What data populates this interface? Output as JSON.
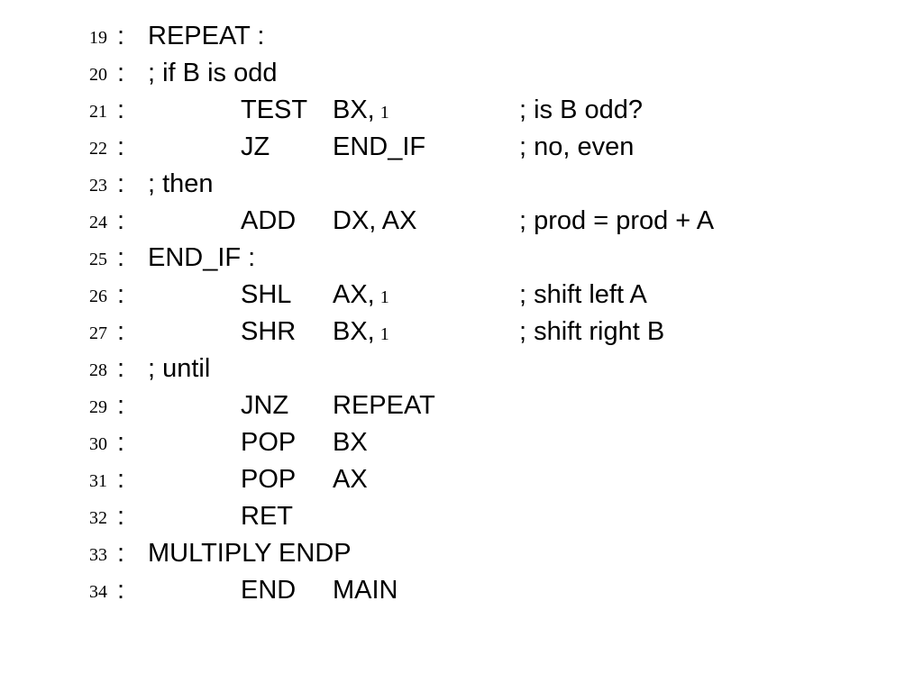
{
  "lines": [
    {
      "num": "19",
      "colon": ":",
      "label": "REPEAT :",
      "op": "",
      "operand": "",
      "imm": "",
      "comment": ""
    },
    {
      "num": "20",
      "colon": ":",
      "label": "; if  B is odd",
      "op": "",
      "operand": "",
      "imm": "",
      "comment": ""
    },
    {
      "num": "21",
      "colon": ":",
      "label": "",
      "op": "TEST",
      "operand": "BX,",
      "imm": "1",
      "comment": "; is B odd?"
    },
    {
      "num": "22",
      "colon": ":",
      "label": "",
      "op": "JZ",
      "operand": "END_IF",
      "imm": "",
      "comment": "; no, even"
    },
    {
      "num": "23",
      "colon": ":",
      "label": "; then",
      "op": "",
      "operand": "",
      "imm": "",
      "comment": ""
    },
    {
      "num": "24",
      "colon": ":",
      "label": "",
      "op": "ADD",
      "operand": "DX, AX",
      "imm": "",
      "comment": "; prod = prod + A"
    },
    {
      "num": "25",
      "colon": ":",
      "label": "END_IF :",
      "op": "",
      "operand": "",
      "imm": "",
      "comment": ""
    },
    {
      "num": "26",
      "colon": ":",
      "label": "",
      "op": "SHL",
      "operand": "AX,",
      "imm": "1",
      "comment": "; shift left A"
    },
    {
      "num": "27",
      "colon": ":",
      "label": "",
      "op": "SHR",
      "operand": "BX,",
      "imm": "1",
      "comment": "; shift right B"
    },
    {
      "num": "28",
      "colon": ":",
      "label": "; until",
      "op": "",
      "operand": "",
      "imm": "",
      "comment": ""
    },
    {
      "num": "29",
      "colon": ":",
      "label": "",
      "op": "JNZ",
      "operand": "REPEAT",
      "imm": "",
      "comment": ""
    },
    {
      "num": "30",
      "colon": ":",
      "label": "",
      "op": "POP",
      "operand": "BX",
      "imm": "",
      "comment": ""
    },
    {
      "num": "31",
      "colon": ":",
      "label": "",
      "op": "POP",
      "operand": "AX",
      "imm": "",
      "comment": ""
    },
    {
      "num": "32",
      "colon": ":",
      "label": "",
      "op": "RET",
      "operand": "",
      "imm": "",
      "comment": ""
    },
    {
      "num": "33",
      "colon": ":",
      "label": "MULTIPLY ENDP",
      "op": "",
      "operand": "",
      "imm": "",
      "comment": ""
    },
    {
      "num": "34",
      "colon": ":",
      "label": "",
      "op": "END",
      "operand": "MAIN",
      "imm": "",
      "comment": ""
    }
  ]
}
